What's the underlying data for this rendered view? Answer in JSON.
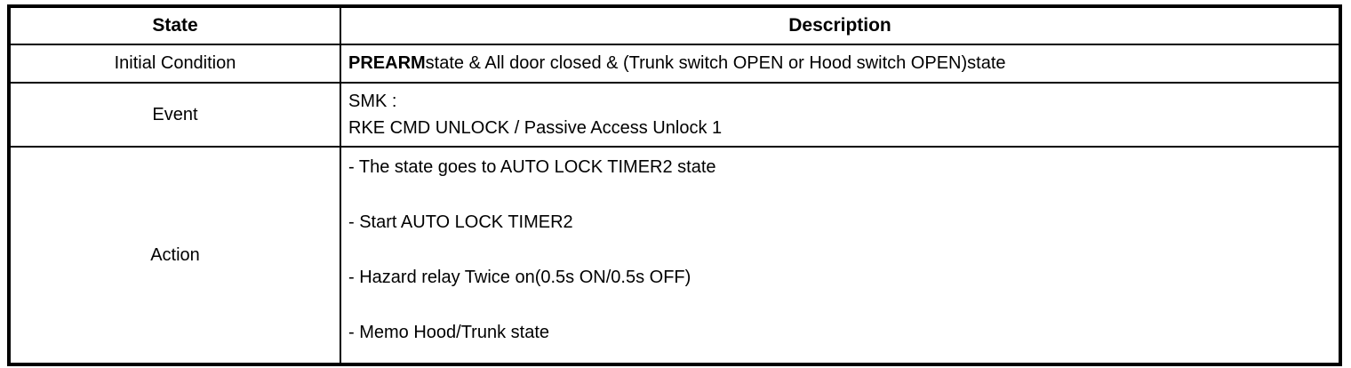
{
  "page": {
    "background_color": "#ffffff",
    "border_color": "#000000",
    "text_color": "#000000"
  },
  "table": {
    "columns": [
      {
        "label": "State"
      },
      {
        "label": "Description"
      }
    ],
    "rows": [
      {
        "state": "Initial Condition",
        "description_bold": "PREARM",
        "description_rest": "state & All door closed & (Trunk switch OPEN or Hood switch OPEN)state"
      },
      {
        "state": "Event",
        "lines": [
          "SMK :",
          "RKE CMD UNLOCK / Passive Access Unlock 1"
        ]
      },
      {
        "state": "Action",
        "lines": [
          "- The state goes to AUTO LOCK TIMER2 state",
          "- Start AUTO LOCK TIMER2",
          "- Hazard relay Twice on(0.5s ON/0.5s OFF)",
          "- Memo Hood/Trunk state"
        ]
      }
    ]
  }
}
